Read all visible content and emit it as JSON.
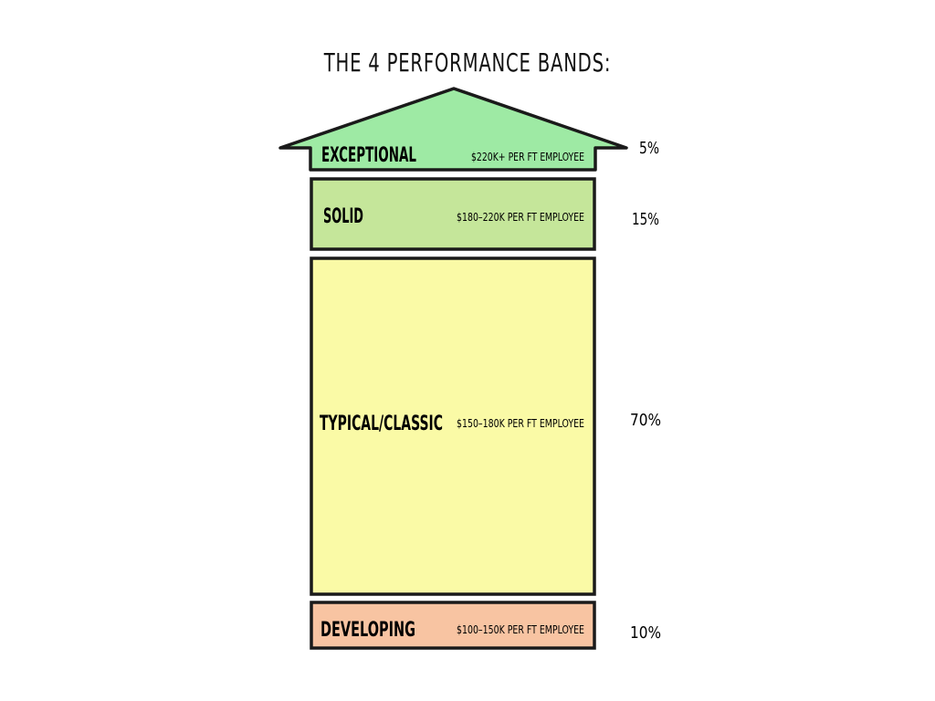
{
  "title": "THE 4 PERFORMANCE BANDS:",
  "bands": [
    {
      "name": "EXCEPTIONAL",
      "range": "$220K+ PER FT EMPLOYEE",
      "percent": "5%",
      "color": "#9eeaa4",
      "shape": "arrow"
    },
    {
      "name": "SOLID",
      "range": "$180–220K PER FT EMPLOYEE",
      "percent": "15%",
      "color": "#c5e69a",
      "shape": "box"
    },
    {
      "name": "TYPICAL/CLASSIC",
      "range": "$150–180K PER FT EMPLOYEE",
      "percent": "70%",
      "color": "#fafaa6",
      "shape": "box"
    },
    {
      "name": "DEVELOPING",
      "range": "$100–150K PER FT EMPLOYEE",
      "percent": "10%",
      "color": "#f8c4a2",
      "shape": "box"
    }
  ]
}
